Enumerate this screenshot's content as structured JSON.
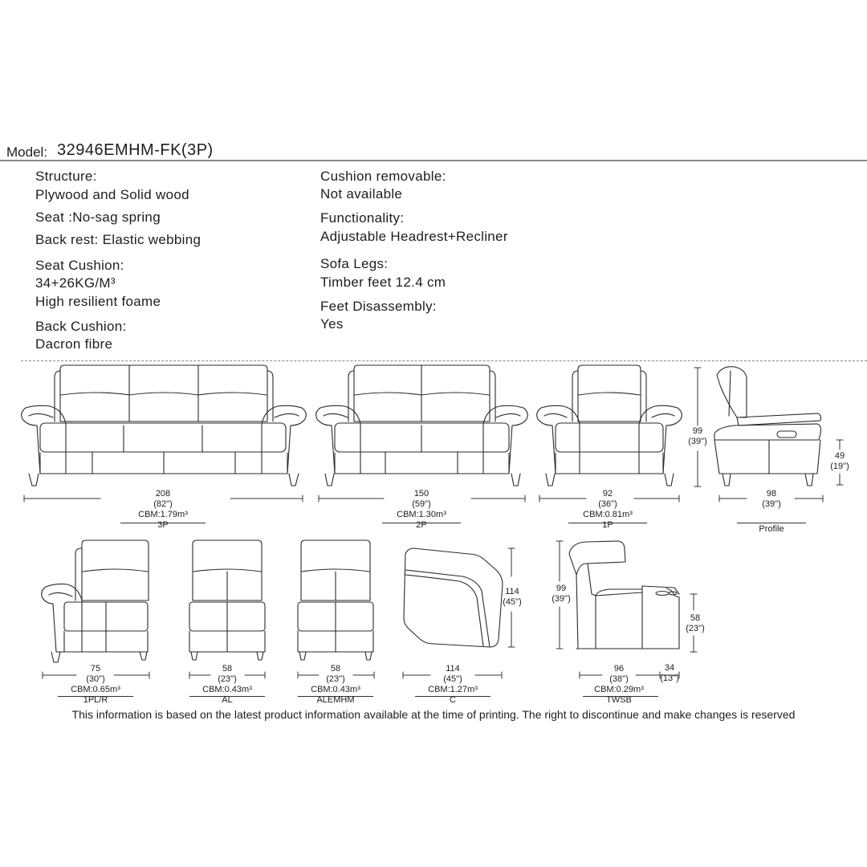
{
  "model": {
    "prefix": "Model:",
    "code": "32946EMHM-FK(3P)"
  },
  "specs": {
    "structure_label": "Structure:",
    "structure_value": "Plywood and Solid wood",
    "seat": "Seat :No-sag spring",
    "back_rest": "Back rest: Elastic webbing",
    "seat_cushion_label": "Seat Cushion:",
    "seat_cushion_density": "34+26KG/M³",
    "seat_cushion_value": "High resilient foame",
    "back_cushion_label": "Back Cushion:",
    "back_cushion_value": "Dacron fibre",
    "cushion_removable_label": "Cushion removable:",
    "cushion_removable_value": "Not available",
    "functionality_label": "Functionality:",
    "functionality_value": "Adjustable Headrest+Recliner",
    "sofa_legs_label": "Sofa Legs:",
    "sofa_legs_value": "Timber feet 12.4 cm",
    "feet_disassembly_label": "Feet Disassembly:",
    "feet_disassembly_value": "Yes"
  },
  "units": [
    {
      "width": "208",
      "width_in": "(82\")",
      "cbm": "CBM:1.79m³",
      "code": "3P"
    },
    {
      "width": "150",
      "width_in": "(59\")",
      "cbm": "CBM:1.30m³",
      "code": "2P"
    },
    {
      "width": "92",
      "width_in": "(36\")",
      "cbm": "CBM:0.81m³",
      "code": "1P"
    },
    {
      "width": "98",
      "width_in": "(39\")",
      "code": "Profile",
      "height": "99",
      "height_in": "(39\")",
      "seat_height": "49",
      "seat_height_in": "(19\")"
    },
    {
      "width": "75",
      "width_in": "(30\")",
      "cbm": "CBM:0.65m³",
      "code": "1PL/R"
    },
    {
      "width": "58",
      "width_in": "(23\")",
      "cbm": "CBM:0.43m³",
      "code": "AL"
    },
    {
      "width": "58",
      "width_in": "(23\")",
      "cbm": "CBM:0.43m³",
      "code": "ALEMHM"
    },
    {
      "width": "114",
      "width_in": "(45\")",
      "cbm": "CBM:1.27m³",
      "code": "C",
      "depth": "114",
      "depth_in": "(45\")"
    },
    {
      "width": "96",
      "width_in": "(38\")",
      "cbm": "CBM:0.29m³",
      "code": "TWSB",
      "extra": "34",
      "extra_in": "(13\")",
      "height": "99",
      "height_in": "(39\")",
      "seat_height": "58",
      "seat_height_in": "(23\")"
    }
  ],
  "footer": "This information is based on the latest product information available at the time of printing. The right to discontinue and make changes is reserved"
}
